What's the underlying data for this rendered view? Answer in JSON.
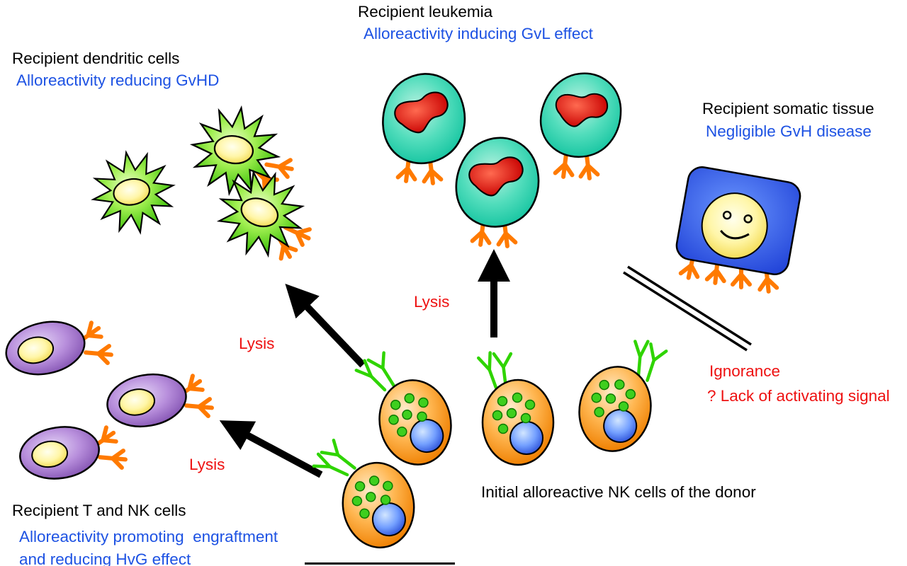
{
  "figure": {
    "groups": {
      "dendritic": {
        "title": "Recipient dendritic cells",
        "subtitle": "Alloreactivity reducing GvHD"
      },
      "leukemia": {
        "title": "Recipient leukemia",
        "subtitle": "Alloreactivity inducing GvL effect"
      },
      "somatic": {
        "title": "Recipient somatic tissue",
        "subtitle": "Negligible GvH disease"
      },
      "tnk": {
        "title": "Recipient T and NK cells",
        "subtitle_line1": "Alloreactivity promoting  engraftment",
        "subtitle_line2": "and reducing HvG effect"
      },
      "donor": {
        "label": "Initial alloreactive NK cells of the donor"
      }
    },
    "annotations": {
      "lysis_dendritic": "Lysis",
      "lysis_leukemia": "Lysis",
      "lysis_tnk": "Lysis",
      "ignorance_line1": "Ignorance",
      "ignorance_line2": "? Lack of activating signal"
    },
    "counts": {
      "dendritic_cells": 3,
      "leukemia_cells": 3,
      "tnk_cells": 3,
      "donor_nk_cells": 4,
      "somatic_tissue": 1,
      "lysis_arrows": 3
    },
    "icons": {
      "dendritic_cell": "green-spiky-star-cell",
      "leukemia_cell": "teal-blast-cell-with-red-nucleus",
      "somatic_tissue": "blue-tissue-square-with-smiley-face",
      "t_nk_cell": "purple-lymphocyte-with-yellow-nucleus",
      "donor_nk_cell": "orange-nk-cell-with-green-granules",
      "lysis_arrow": "black-thick-arrow",
      "ignorance_barrier": "double-line-barrier",
      "orange_receptor": "orange-trident-receptor",
      "green_receptor": "green-forked-receptor"
    }
  },
  "colors": {
    "label_black": "#000000",
    "label_blue": "#1d52e3",
    "label_red": "#ee1111",
    "dendritic_cell_green": "#55cc11",
    "leukemia_cell_teal": "#2ed2ae",
    "leukemia_nucleus_red": "#d40000",
    "tnk_cell_purple": "#9a6cc8",
    "nk_cell_orange": "#ff9c2a",
    "nk_nucleus_blue": "#3f6ae0",
    "granule_green": "#3ecf1e",
    "receptor_orange": "#ff7a00",
    "receptor_green": "#2fd400",
    "somatic_tissue_blue": "#3a62e8",
    "smiley_yellow": "#fdee8c",
    "arrow_black": "#000000"
  }
}
